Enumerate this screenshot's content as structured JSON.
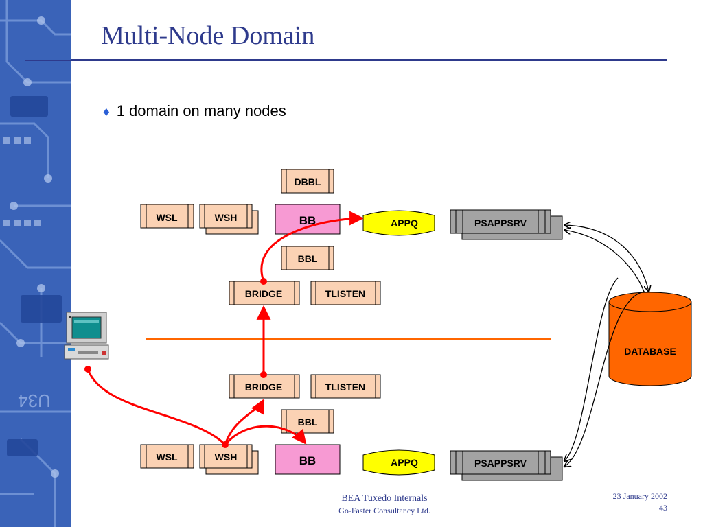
{
  "slide": {
    "title": "Multi-Node Domain",
    "bullet": "1 domain on many nodes"
  },
  "sidebar": {
    "watermark_text": "U34"
  },
  "diagram": {
    "upper": {
      "dbbl": "DBBL",
      "wsl": "WSL",
      "wsh": "WSH",
      "bb": "BB",
      "appq": "APPQ",
      "psappsrv": "PSAPPSRV",
      "bbl": "BBL",
      "bridge": "BRIDGE",
      "tlisten": "TLISTEN"
    },
    "lower": {
      "bridge": "BRIDGE",
      "tlisten": "TLISTEN",
      "bbl": "BBL",
      "wsl": "WSL",
      "wsh": "WSH",
      "bb": "BB",
      "appq": "APPQ",
      "psappsrv": "PSAPPSRV"
    },
    "database": "DATABASE",
    "client_icon": "desktop-computer-icon"
  },
  "footer": {
    "center_line1": "BEA Tuxedo Internals",
    "center_line2": "Go-Faster Consultancy Ltd.",
    "date": "23 January 2002",
    "page": "43"
  },
  "colors": {
    "title": "#2e3a8c",
    "box_fill": "#fbd2b4",
    "bb_fill": "#f79ad3",
    "appq_fill": "#ffff00",
    "psappsrv_fill": "#a3a3a3",
    "database_fill": "#ff6600",
    "arrow_red": "#ff0000",
    "node_divider": "#ff6600",
    "sidebar_blue": "#3a63b8"
  }
}
